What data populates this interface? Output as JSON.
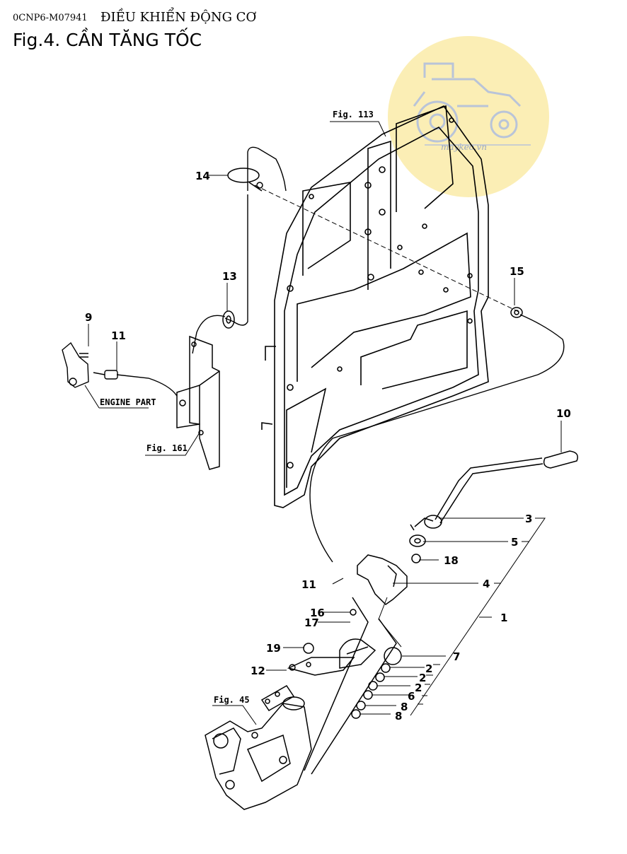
{
  "header": {
    "code": "0CNP6-M07941",
    "section": "ĐIỀU KHIỂN ĐỘNG CƠ",
    "title": "Fig.4.  CẦN TĂNG TỐC"
  },
  "watermark": {
    "text": "maykeo.vn",
    "icon": "tractor-icon",
    "circle_color": "#fbeeb5",
    "icon_color": "#b9c4d8"
  },
  "parts": {
    "p1": "1",
    "p2a": "2",
    "p2b": "2",
    "p2c": "2",
    "p3": "3",
    "p4": "4",
    "p5": "5",
    "p6": "6",
    "p7": "7",
    "p8a": "8",
    "p8b": "8",
    "p9": "9",
    "p10": "10",
    "p11a": "11",
    "p11b": "11",
    "p12": "12",
    "p13": "13",
    "p14": "14",
    "p15": "15",
    "p16": "16",
    "p17": "17",
    "p18": "18",
    "p19": "19"
  },
  "refs": {
    "fig113": "Fig. 113",
    "fig161": "Fig. 161",
    "fig45": "Fig. 45",
    "engine_part": "ENGINE PART"
  }
}
